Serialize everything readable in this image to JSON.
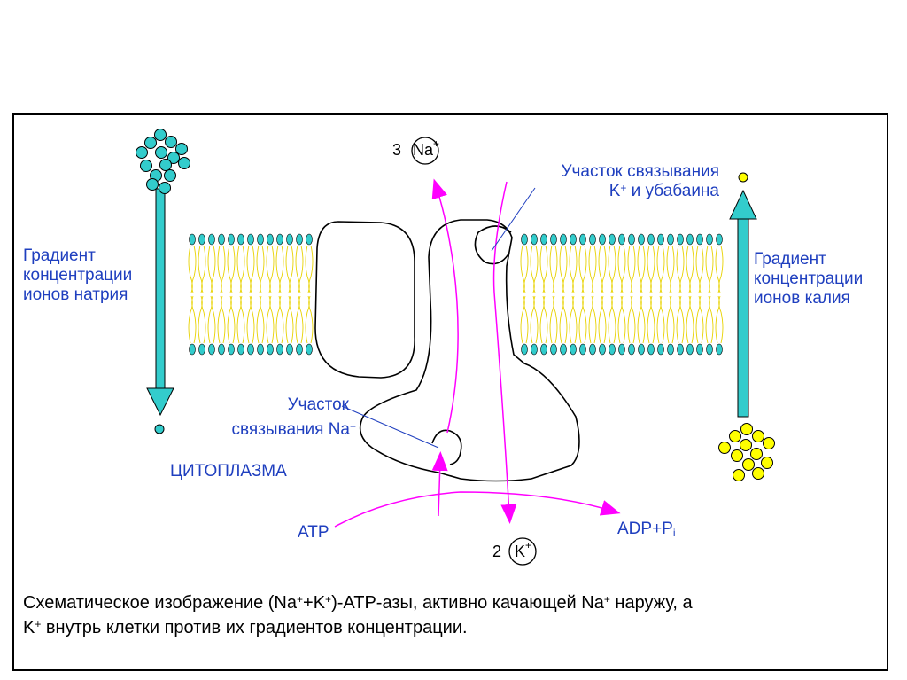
{
  "colors": {
    "frame": "#000000",
    "label_blue": "#1f3fbf",
    "arrow_pink": "#ff00ff",
    "gradient_arrow": "#33cccc",
    "sodium_ion": "#33cccc",
    "potassium_ion": "#ffff00",
    "lipid_head": "#33cccc",
    "lipid_tail": "#ffff66"
  },
  "labels": {
    "sodium_out_count": "3",
    "sodium_out_symbol": "Na",
    "potassium_in_count": "2",
    "potassium_in_symbol": "K",
    "plus": "+",
    "k_site_line1": "Участок связывания",
    "k_site_line2_prefix": "K",
    "k_site_line2_suffix": " и убабаина",
    "na_gradient_line1": "Градиент",
    "na_gradient_line2": "концентрации",
    "na_gradient_line3": "ионов натрия",
    "k_gradient_line1": "Градиент",
    "k_gradient_line2": "концентрации",
    "k_gradient_line3": "ионов калия",
    "na_site_line1": "Участок",
    "na_site_line2": "связывания Na",
    "cytoplasm": "ЦИТОПЛАЗМА",
    "atp": "ATP",
    "adp_prefix": "ADP+P",
    "adp_sub": "i"
  },
  "caption": {
    "line1_a": "Схематическое изображение (Na",
    "line1_b": "+K",
    "line1_c": ")-ATP-азы, активно качающей Na",
    "line1_d": " наружу, а",
    "line2_a": "K",
    "line2_b": " внутрь клетки против их градиентов концентрации.",
    "sup_plus": "+"
  }
}
